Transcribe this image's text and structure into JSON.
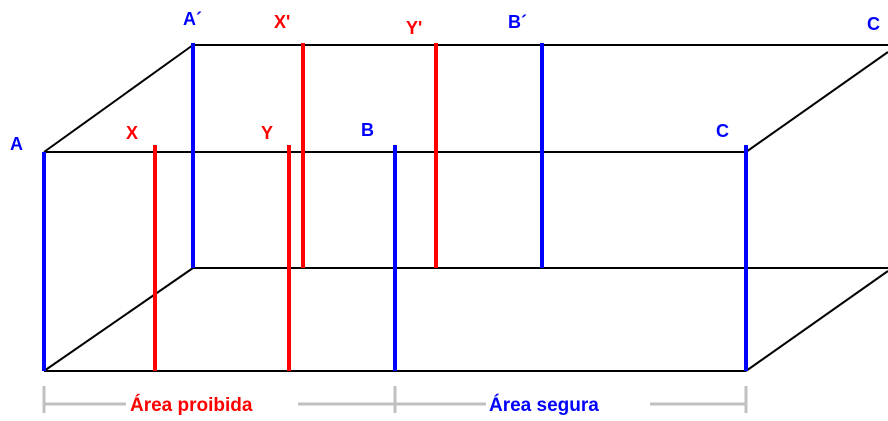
{
  "colors": {
    "frame": "#000000",
    "blue": "#0000ff",
    "red": "#ff0000",
    "bracket": "#c0c0c0"
  },
  "labels": {
    "A": "A",
    "A_prime": "A´",
    "X": "X",
    "X_prime": "X'",
    "Y": "Y",
    "Y_prime": "Y'",
    "B": "B",
    "B_prime": "B´",
    "C": "C",
    "C_prime": "C"
  },
  "areas": {
    "forbidden": "Área proibida",
    "safe": "Área segura"
  }
}
